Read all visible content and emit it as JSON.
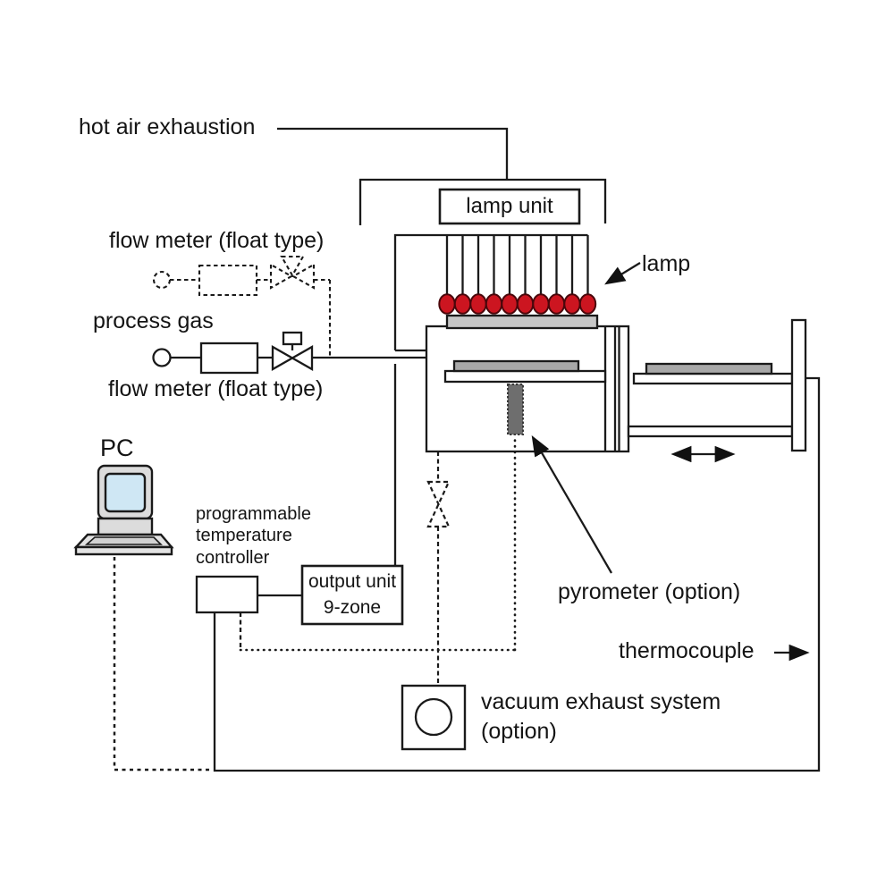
{
  "diagram": {
    "title_labels": {
      "hot_air_exhaustion": "hot air exhaustion",
      "flow_meter_top": "flow meter (float type)",
      "process_gas": "process gas",
      "flow_meter_bottom": "flow meter (float type)",
      "pc": "PC",
      "controller": "programmable\ntemperature\ncontroller",
      "output_unit": "output unit\n9-zone",
      "lamp_unit": "lamp unit",
      "lamp": "lamp",
      "pyrometer": "pyrometer (option)",
      "thermocouple": "thermocouple",
      "vacuum_exhaust": "vacuum exhaust system\n(option)"
    },
    "lamp_count": 10,
    "colors": {
      "lamp_fill": "#cc1520",
      "lamp_stroke": "#4a070b",
      "line": "#1a1a1a",
      "window_plate_gray": "#c6c6c6",
      "wafer_plate_gray": "#a8a8a8",
      "pyrometer_gray": "#6e6e6e",
      "pc_body_gray": "#dcdcdc",
      "pc_screen_blue": "#cfe7f4"
    }
  }
}
